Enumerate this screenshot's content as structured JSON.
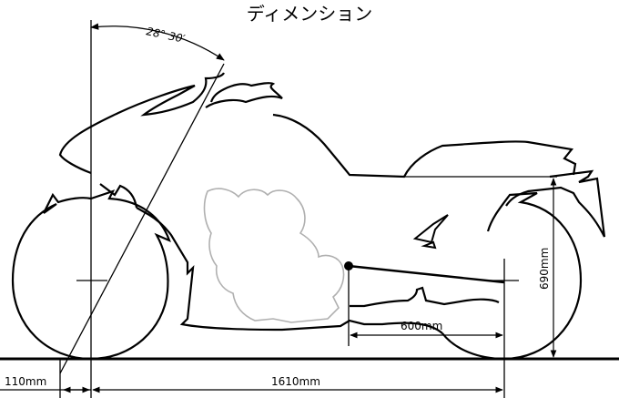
{
  "title": "ディメンション",
  "dimensions": {
    "caster_angle": "28° 30′",
    "trail": "110mm",
    "wheelbase": "1610mm",
    "seat_height": "690mm",
    "pivot_to_axle": "600mm"
  },
  "colors": {
    "line": "#000000",
    "engine": "#b0b0b0",
    "background": "#ffffff"
  }
}
